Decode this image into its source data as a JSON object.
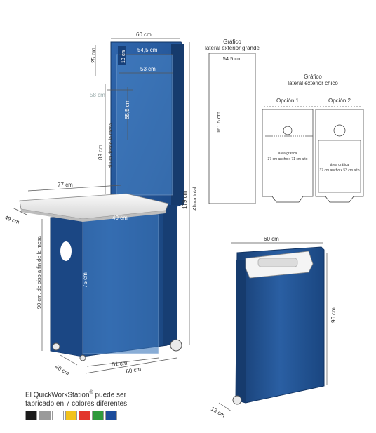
{
  "dimensions": {
    "top_width": "60 cm",
    "panel_width": "54,5 cm",
    "panel_inner_width": "53 cm",
    "panel_head": "13 cm",
    "handle_height": "25 cm",
    "reach": "58 cm",
    "panel_height": "65,5 cm",
    "table_height": "89 cm",
    "table_height_label": "altura desde la mesa",
    "total_height": "179 cm",
    "total_height_label": "Altura total",
    "table_width": "77 cm",
    "table_depth": "49 cm",
    "front_graphic_width": "49 cm",
    "front_graphic_height": "75 cm",
    "floor_to_table": "90 cm, de piso a fin de la mesa",
    "base_depth": "40 cm",
    "base_graphic_width": "51 cm",
    "base_width": "60 cm"
  },
  "graphic_large": {
    "title_line1": "Gráfico",
    "title_line2": "lateral exterior grande",
    "width": "54.5 cm",
    "height": "161.5 cm"
  },
  "graphic_small": {
    "title_line1": "Gráfico",
    "title_line2": "lateral exterior chico",
    "option1": "Opción 1",
    "option2": "Opción 2",
    "area_label": "área gráfica",
    "option1_size": "37 cm ancho x 71 cm alto",
    "option2_size": "37 cm ancho x 53 cm alto"
  },
  "folded": {
    "width": "60 cm",
    "height": "96 cm",
    "depth": "13 cm"
  },
  "caption": {
    "line1_pre": "El QuickWorkStation",
    "registered": "®",
    "line1_post": " puede ser",
    "line2": "fabricado en 7 colores diferentes"
  },
  "colors": {
    "unit_blue": "#1f4f8e",
    "unit_blue_light": "#3a74b8",
    "swatches": [
      "#1b1b1b",
      "#9a9a9a",
      "#ffffff",
      "#f2c21b",
      "#e2362c",
      "#2f9a3c",
      "#1c4c9a"
    ]
  }
}
